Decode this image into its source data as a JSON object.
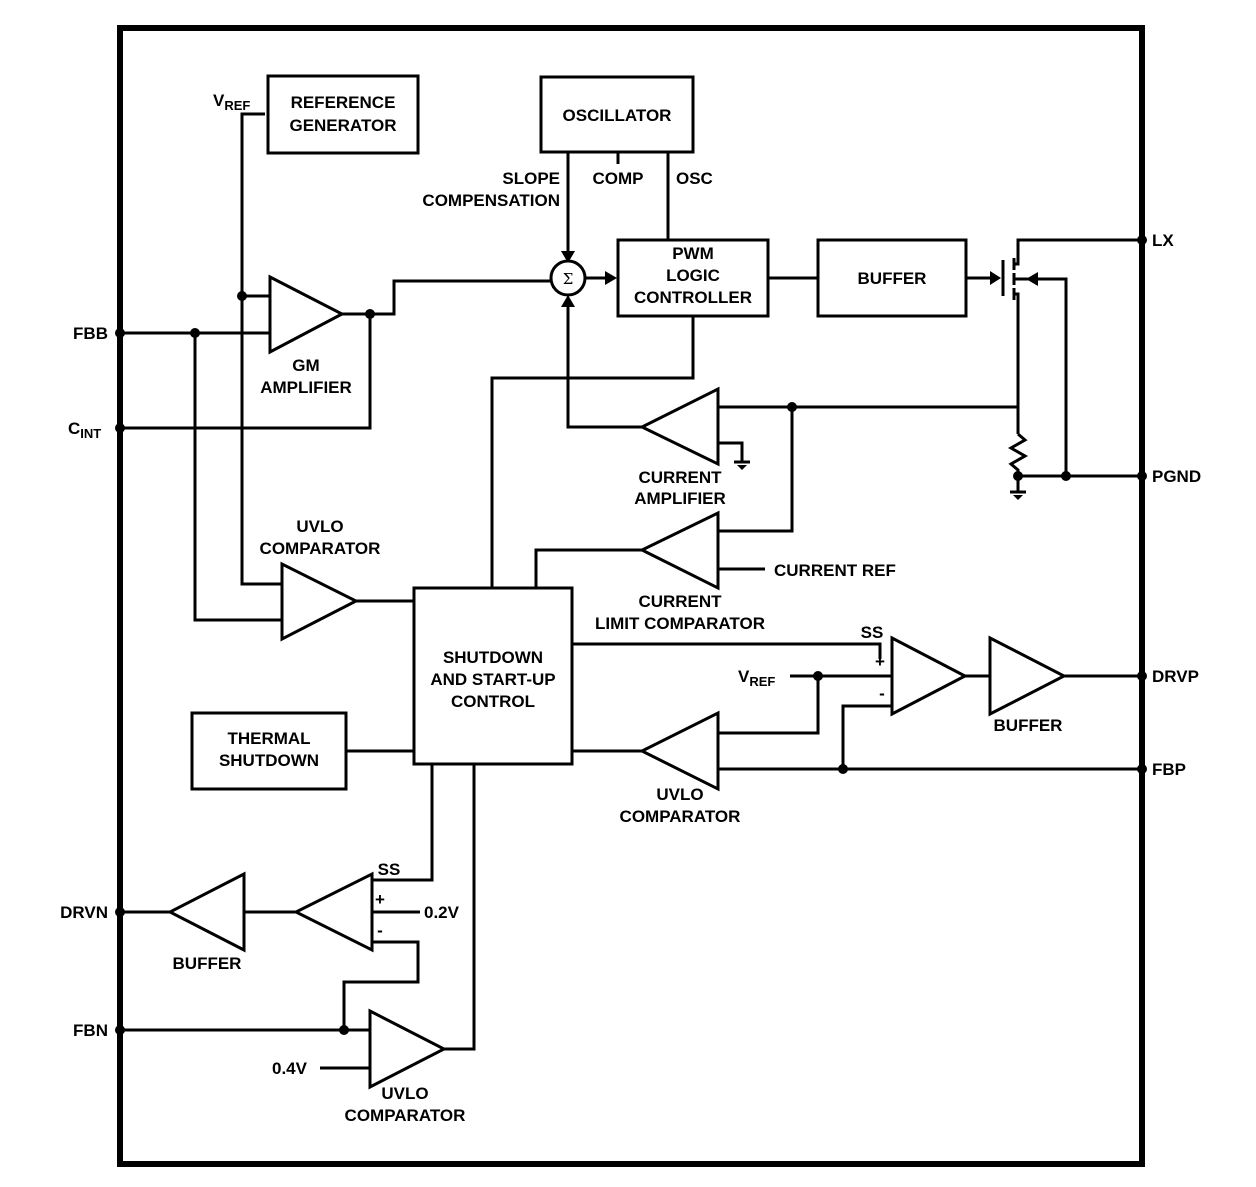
{
  "pins": {
    "fbb": "FBB",
    "cint": {
      "main": "C",
      "sub": "INT"
    },
    "drvn": "DRVN",
    "fbn": "FBN",
    "lx": "LX",
    "pgnd": "PGND",
    "drvp": "DRVP",
    "fbp": "FBP"
  },
  "blocks": {
    "reference_generator": [
      "REFERENCE",
      "GENERATOR"
    ],
    "oscillator": "OSCILLATOR",
    "pwm_logic": [
      "PWM",
      "LOGIC",
      "CONTROLLER"
    ],
    "buffer_main": "BUFFER",
    "shutdown_control": [
      "SHUTDOWN",
      "AND START-UP",
      "CONTROL"
    ],
    "thermal_shutdown": [
      "THERMAL",
      "SHUTDOWN"
    ]
  },
  "labels": {
    "vref_top": {
      "main": "V",
      "sub": "REF"
    },
    "vref_mid": {
      "main": "V",
      "sub": "REF"
    },
    "slope_compensation": [
      "SLOPE",
      "COMPENSATION"
    ],
    "comp": "COMP",
    "osc": "OSC",
    "sigma": "Σ",
    "gm_amplifier": [
      "GM",
      "AMPLIFIER"
    ],
    "current_amplifier": [
      "CURRENT",
      "AMPLIFIER"
    ],
    "current_limit_comparator": [
      "CURRENT",
      "LIMIT COMPARATOR"
    ],
    "current_ref": "CURRENT REF",
    "uvlo_comparator_left": [
      "UVLO",
      "COMPARATOR"
    ],
    "uvlo_comparator_right": [
      "UVLO",
      "COMPARATOR"
    ],
    "uvlo_comparator_bottom": [
      "UVLO",
      "COMPARATOR"
    ],
    "ss_pos": "SS",
    "ss_neg": "SS",
    "plus_pos": "+",
    "minus_pos": "-",
    "plus_neg": "+",
    "minus_neg": "-",
    "buffer_drvp": "BUFFER",
    "buffer_drvn": "BUFFER",
    "v02": "0.2V",
    "v04": "0.4V"
  }
}
